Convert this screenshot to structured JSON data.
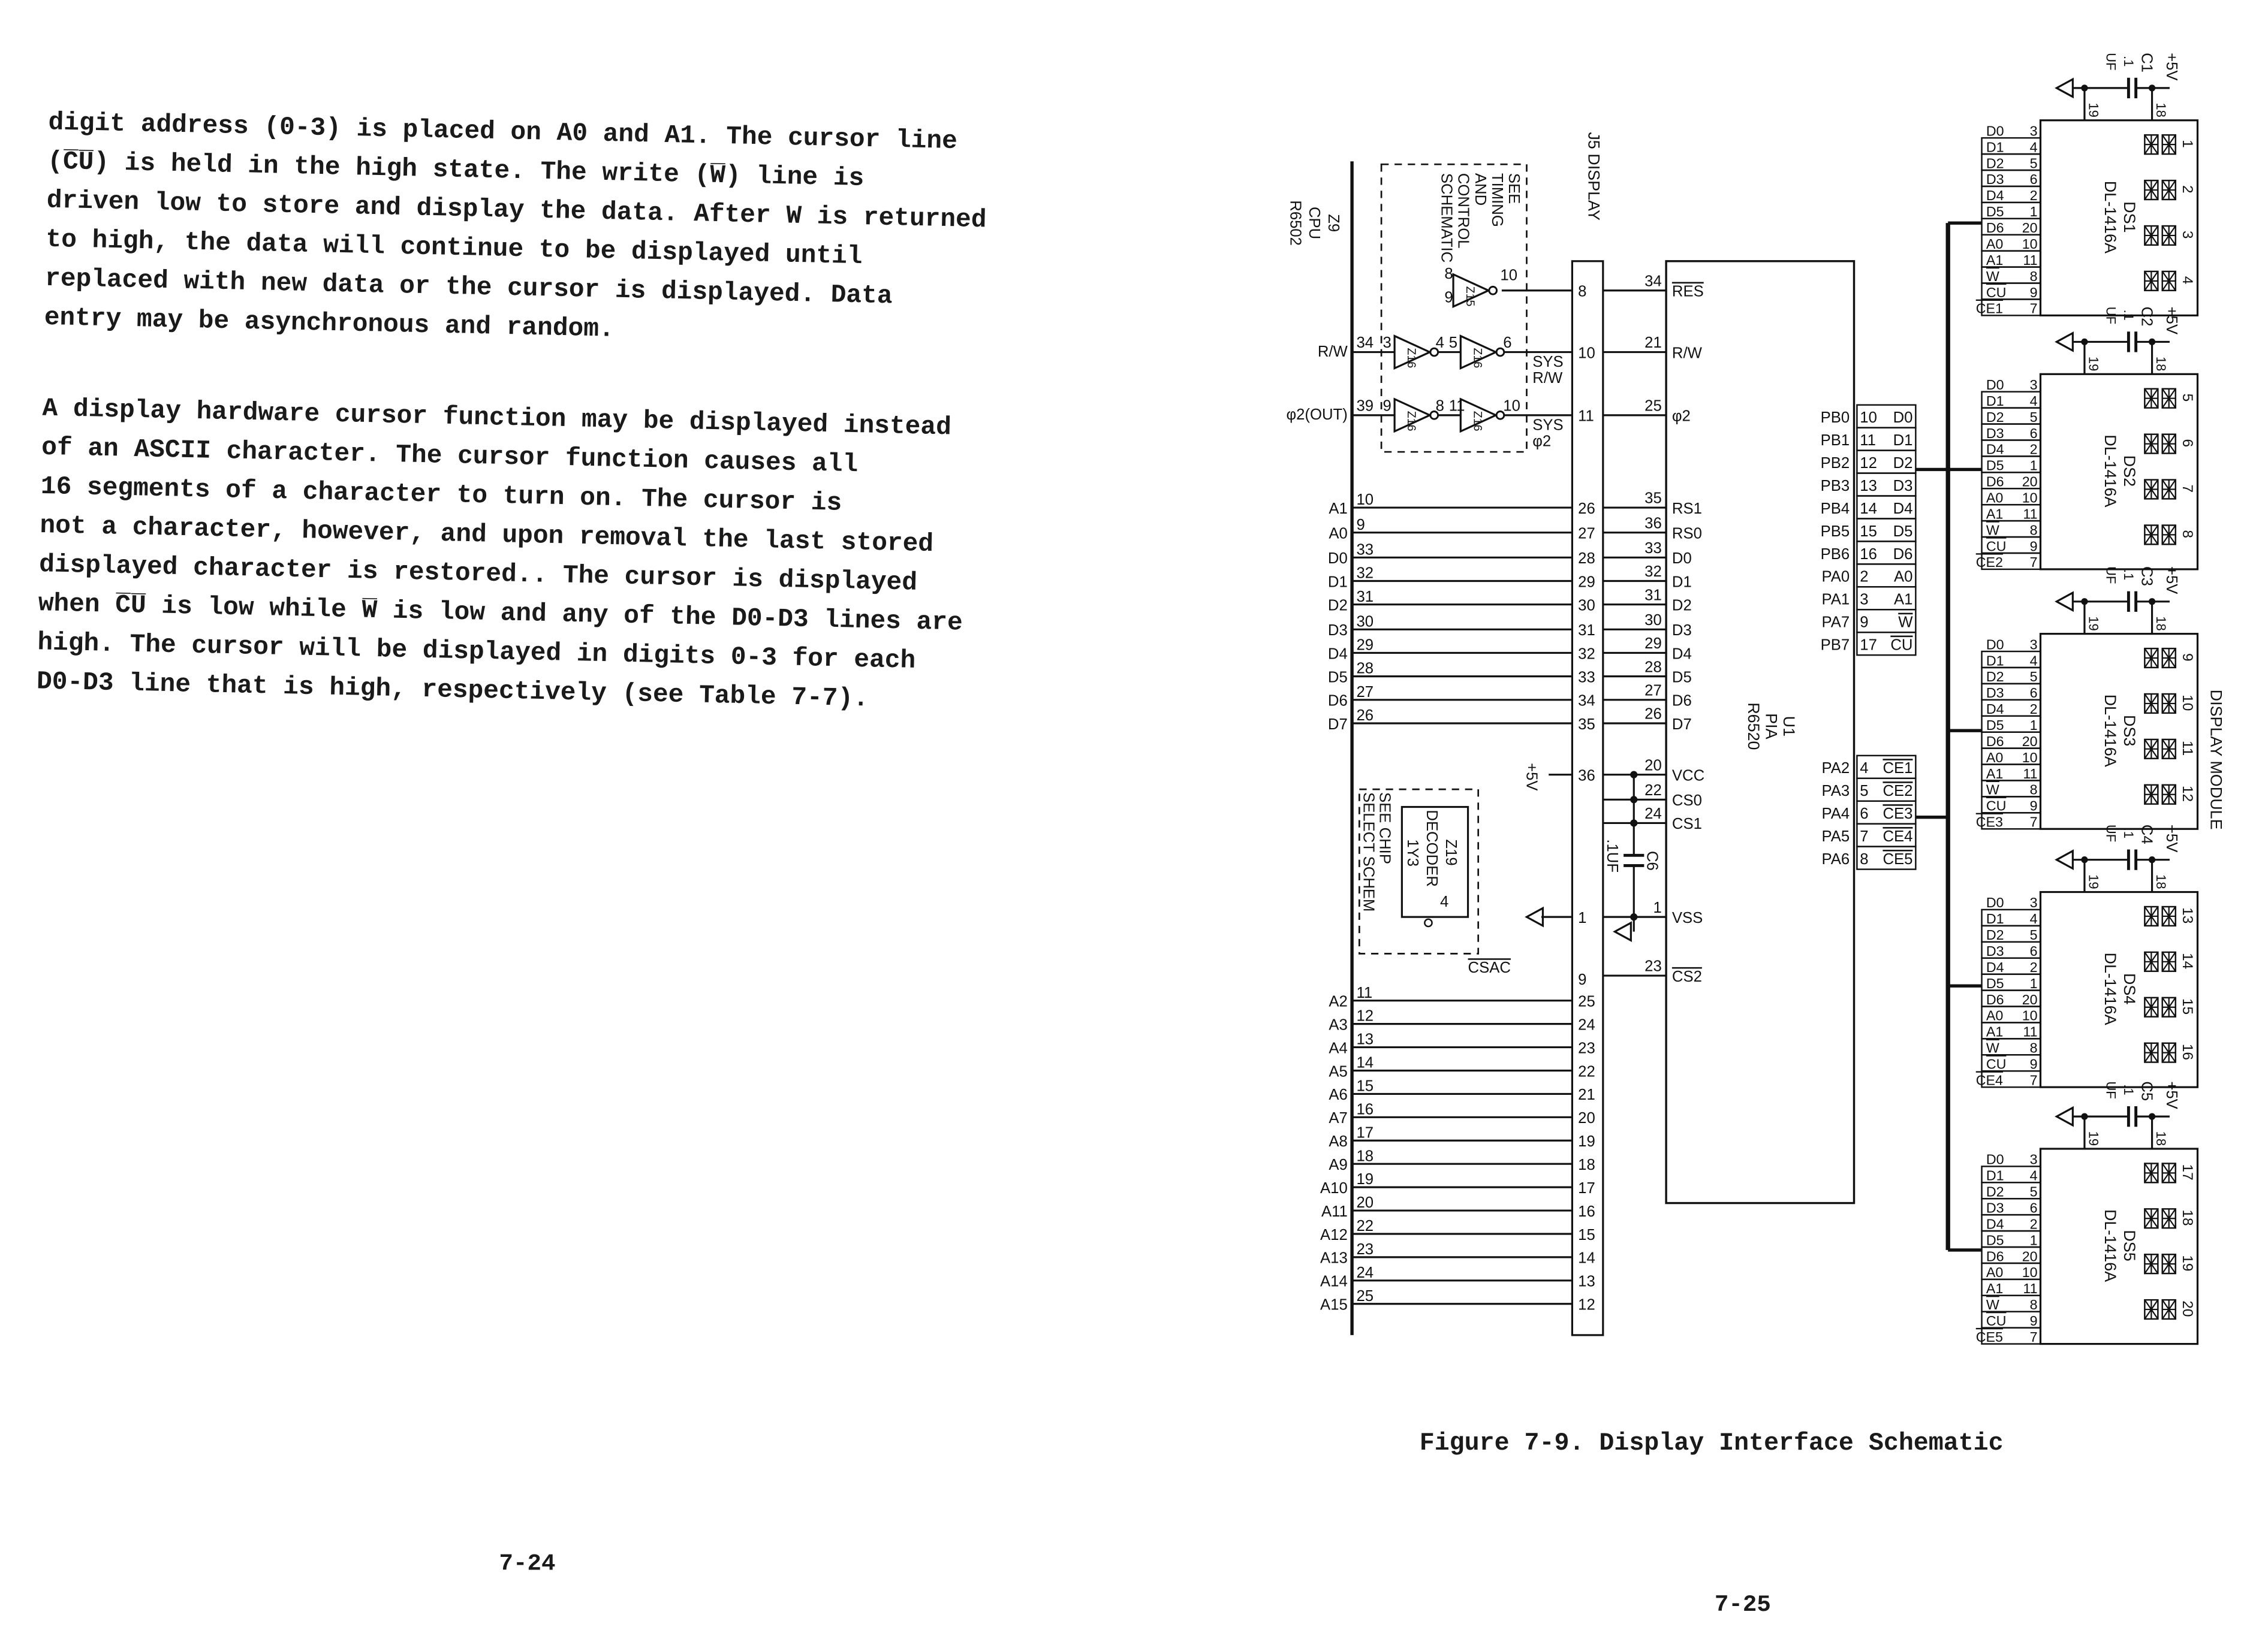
{
  "left_page": {
    "paragraphs": [
      [
        "digit address (0-3) is placed on A0 and A1. The cursor line",
        "(C̅U̅) is held in the high state.  The write (W̅) line is",
        "driven low to store and display the data. After W is returned",
        "to high, the data will continue to be displayed until",
        "replaced with new data or the cursor is displayed.  Data",
        "entry may be asynchronous and random."
      ],
      [
        "A display hardware cursor function may be displayed instead",
        "of an ASCII character.  The cursor function causes all",
        "16 segments of a character to turn on.  The cursor is",
        "not a character, however, and upon removal the last stored",
        "displayed character is restored.. The cursor is displayed",
        "when C̅U̅ is low while W̅ is low and any of the D0-D3 lines are",
        "high.  The cursor will be displayed in digits 0-3 for each",
        "D0-D3 line that is high, respectively (see Table 7-7)."
      ]
    ],
    "page_number": "7-24"
  },
  "right_page": {
    "figure_caption": "Figure 7-9.  Display Interface Schematic",
    "page_number": "7-25"
  },
  "schematic": {
    "cpu": {
      "ref": "Z9",
      "type": "CPU",
      "part": "R6502"
    },
    "timing_note": [
      "SEE",
      "TIMING",
      "AND",
      "CONTROL",
      "SCHEMATIC"
    ],
    "connector_label": "J5 DISPLAY",
    "module_label": "DISPLAY MODULE",
    "control": {
      "res": {
        "gate": "Z15",
        "gate_in_pins": [
          "8",
          "9"
        ],
        "gate_out_pin": "10",
        "j5_pin": "8",
        "pia_pin": "34",
        "pia_signal": "RES"
      },
      "rw": {
        "cpu_signal": "R/W",
        "cpu_pin": "34",
        "gates": [
          {
            "ref": "Z16",
            "in": "3",
            "out": "4"
          },
          {
            "ref": "Z16",
            "in": "5",
            "out": "6"
          }
        ],
        "sys_label": [
          "SYS",
          "R/W"
        ],
        "j5_pin": "10",
        "pia_pin": "21",
        "pia_signal": "R/W"
      },
      "phi2": {
        "cpu_signal": "φ2(OUT)",
        "cpu_pin": "39",
        "gates": [
          {
            "ref": "Z16",
            "in": "9",
            "out": "8"
          },
          {
            "ref": "Z16",
            "in": "11",
            "out": "10"
          }
        ],
        "sys_label": [
          "SYS",
          "φ2"
        ],
        "j5_pin": "11",
        "pia_pin": "25",
        "pia_signal": "φ2"
      }
    },
    "data_rows": [
      {
        "cpu_signal": "A1",
        "cpu_pin": "10",
        "j5_pin": "26",
        "pia_pin": "35",
        "pia_signal": "RS1"
      },
      {
        "cpu_signal": "A0",
        "cpu_pin": "9",
        "j5_pin": "27",
        "pia_pin": "36",
        "pia_signal": "RS0"
      },
      {
        "cpu_signal": "D0",
        "cpu_pin": "33",
        "j5_pin": "28",
        "pia_pin": "33",
        "pia_signal": "D0"
      },
      {
        "cpu_signal": "D1",
        "cpu_pin": "32",
        "j5_pin": "29",
        "pia_pin": "32",
        "pia_signal": "D1"
      },
      {
        "cpu_signal": "D2",
        "cpu_pin": "31",
        "j5_pin": "30",
        "pia_pin": "31",
        "pia_signal": "D2"
      },
      {
        "cpu_signal": "D3",
        "cpu_pin": "30",
        "j5_pin": "31",
        "pia_pin": "30",
        "pia_signal": "D3"
      },
      {
        "cpu_signal": "D4",
        "cpu_pin": "29",
        "j5_pin": "32",
        "pia_pin": "29",
        "pia_signal": "D4"
      },
      {
        "cpu_signal": "D5",
        "cpu_pin": "28",
        "j5_pin": "33",
        "pia_pin": "28",
        "pia_signal": "D5"
      },
      {
        "cpu_signal": "D6",
        "cpu_pin": "27",
        "j5_pin": "34",
        "pia_pin": "27",
        "pia_signal": "D6"
      },
      {
        "cpu_signal": "D7",
        "cpu_pin": "26",
        "j5_pin": "35",
        "pia_pin": "26",
        "pia_signal": "D7"
      }
    ],
    "power": {
      "vcc_label": "+5V",
      "vcc_j5_pin": "36",
      "gnd_j5_pin": "1",
      "pins": [
        {
          "pin": "20",
          "signal": "VCC"
        },
        {
          "pin": "22",
          "signal": "CS0"
        },
        {
          "pin": "24",
          "signal": "CS1"
        },
        {
          "pin": "1",
          "signal": "VSS"
        }
      ],
      "cap_ref": "C6",
      "cap_value": ".1UF"
    },
    "chip_select": {
      "decoder_ref": "Z19",
      "decoder_type": "DECODER",
      "output": "1Y3",
      "output_pin": "4",
      "note": [
        "SEE CHIP",
        "SELECT SCHEM"
      ],
      "signal": "CSAC",
      "j5_pin": "9",
      "pia_pin": "23",
      "pia_signal": "CS2"
    },
    "address_rows": [
      {
        "signal": "A2",
        "cpu_pin": "11",
        "j5_pin": "25"
      },
      {
        "signal": "A3",
        "cpu_pin": "12",
        "j5_pin": "24"
      },
      {
        "signal": "A4",
        "cpu_pin": "13",
        "j5_pin": "23"
      },
      {
        "signal": "A5",
        "cpu_pin": "14",
        "j5_pin": "22"
      },
      {
        "signal": "A6",
        "cpu_pin": "15",
        "j5_pin": "21"
      },
      {
        "signal": "A7",
        "cpu_pin": "16",
        "j5_pin": "20"
      },
      {
        "signal": "A8",
        "cpu_pin": "17",
        "j5_pin": "19"
      },
      {
        "signal": "A9",
        "cpu_pin": "18",
        "j5_pin": "18"
      },
      {
        "signal": "A10",
        "cpu_pin": "19",
        "j5_pin": "17"
      },
      {
        "signal": "A11",
        "cpu_pin": "20",
        "j5_pin": "16"
      },
      {
        "signal": "A12",
        "cpu_pin": "22",
        "j5_pin": "15"
      },
      {
        "signal": "A13",
        "cpu_pin": "23",
        "j5_pin": "14"
      },
      {
        "signal": "A14",
        "cpu_pin": "24",
        "j5_pin": "13"
      },
      {
        "signal": "A15",
        "cpu_pin": "25",
        "j5_pin": "12"
      }
    ],
    "pia": {
      "ref": "U1",
      "type": "PIA",
      "part": "R6520",
      "ports": [
        {
          "port": "PB0",
          "pin": "10",
          "signal": "D0"
        },
        {
          "port": "PB1",
          "pin": "11",
          "signal": "D1"
        },
        {
          "port": "PB2",
          "pin": "12",
          "signal": "D2"
        },
        {
          "port": "PB3",
          "pin": "13",
          "signal": "D3"
        },
        {
          "port": "PB4",
          "pin": "14",
          "signal": "D4"
        },
        {
          "port": "PB5",
          "pin": "15",
          "signal": "D5"
        },
        {
          "port": "PB6",
          "pin": "16",
          "signal": "D6"
        },
        {
          "port": "PA0",
          "pin": "2",
          "signal": "A0"
        },
        {
          "port": "PA1",
          "pin": "3",
          "signal": "A1"
        },
        {
          "port": "PA7",
          "pin": "9",
          "signal": "W",
          "overline": true
        },
        {
          "port": "PB7",
          "pin": "17",
          "signal": "CU",
          "overline": true
        }
      ],
      "ce_ports": [
        {
          "port": "PA2",
          "pin": "4",
          "signal": "CE1"
        },
        {
          "port": "PA3",
          "pin": "5",
          "signal": "CE2"
        },
        {
          "port": "PA4",
          "pin": "6",
          "signal": "CE3"
        },
        {
          "port": "PA5",
          "pin": "7",
          "signal": "CE4"
        },
        {
          "port": "PA6",
          "pin": "8",
          "signal": "CE5"
        }
      ]
    },
    "display_pins": [
      {
        "signal": "D0",
        "pin": "3"
      },
      {
        "signal": "D1",
        "pin": "4"
      },
      {
        "signal": "D2",
        "pin": "5"
      },
      {
        "signal": "D3",
        "pin": "6"
      },
      {
        "signal": "D4",
        "pin": "2"
      },
      {
        "signal": "D5",
        "pin": "1"
      },
      {
        "signal": "D6",
        "pin": "20"
      },
      {
        "signal": "A0",
        "pin": "10"
      },
      {
        "signal": "A1",
        "pin": "11"
      },
      {
        "signal": "W",
        "pin": "8"
      },
      {
        "signal": "CU",
        "pin": "9"
      }
    ],
    "display_ce_pin": "7",
    "displays": [
      {
        "ref": "DS1",
        "part": "DL-1416A",
        "ce_signal": "CE1",
        "cap_ref": "C1",
        "cap_value": [
          ".1",
          "UF"
        ],
        "supply": "+5V",
        "supply_pin": "18",
        "gnd_pin": "19",
        "digits": [
          "1",
          "2",
          "3",
          "4"
        ]
      },
      {
        "ref": "DS2",
        "part": "DL-1416A",
        "ce_signal": "CE2",
        "cap_ref": "C2",
        "cap_value": [
          ".1",
          "UF"
        ],
        "supply": "+5V",
        "supply_pin": "18",
        "gnd_pin": "19",
        "digits": [
          "5",
          "6",
          "7",
          "8"
        ]
      },
      {
        "ref": "DS3",
        "part": "DL-1416A",
        "ce_signal": "CE3",
        "cap_ref": "C3",
        "cap_value": [
          ".1",
          "UF"
        ],
        "supply": "+5V",
        "supply_pin": "18",
        "gnd_pin": "19",
        "digits": [
          "9",
          "10",
          "11",
          "12"
        ]
      },
      {
        "ref": "DS4",
        "part": "DL-1416A",
        "ce_signal": "CE4",
        "cap_ref": "C4",
        "cap_value": [
          ".1",
          "UF"
        ],
        "supply": "+5V",
        "supply_pin": "18",
        "gnd_pin": "19",
        "digits": [
          "13",
          "14",
          "15",
          "16"
        ]
      },
      {
        "ref": "DS5",
        "part": "DL-1416A",
        "ce_signal": "CE5",
        "cap_ref": "C5",
        "cap_value": [
          ".1",
          "UF"
        ],
        "supply": "+5V",
        "supply_pin": "18",
        "gnd_pin": "19",
        "digits": [
          "17",
          "18",
          "19",
          "20"
        ]
      }
    ]
  }
}
